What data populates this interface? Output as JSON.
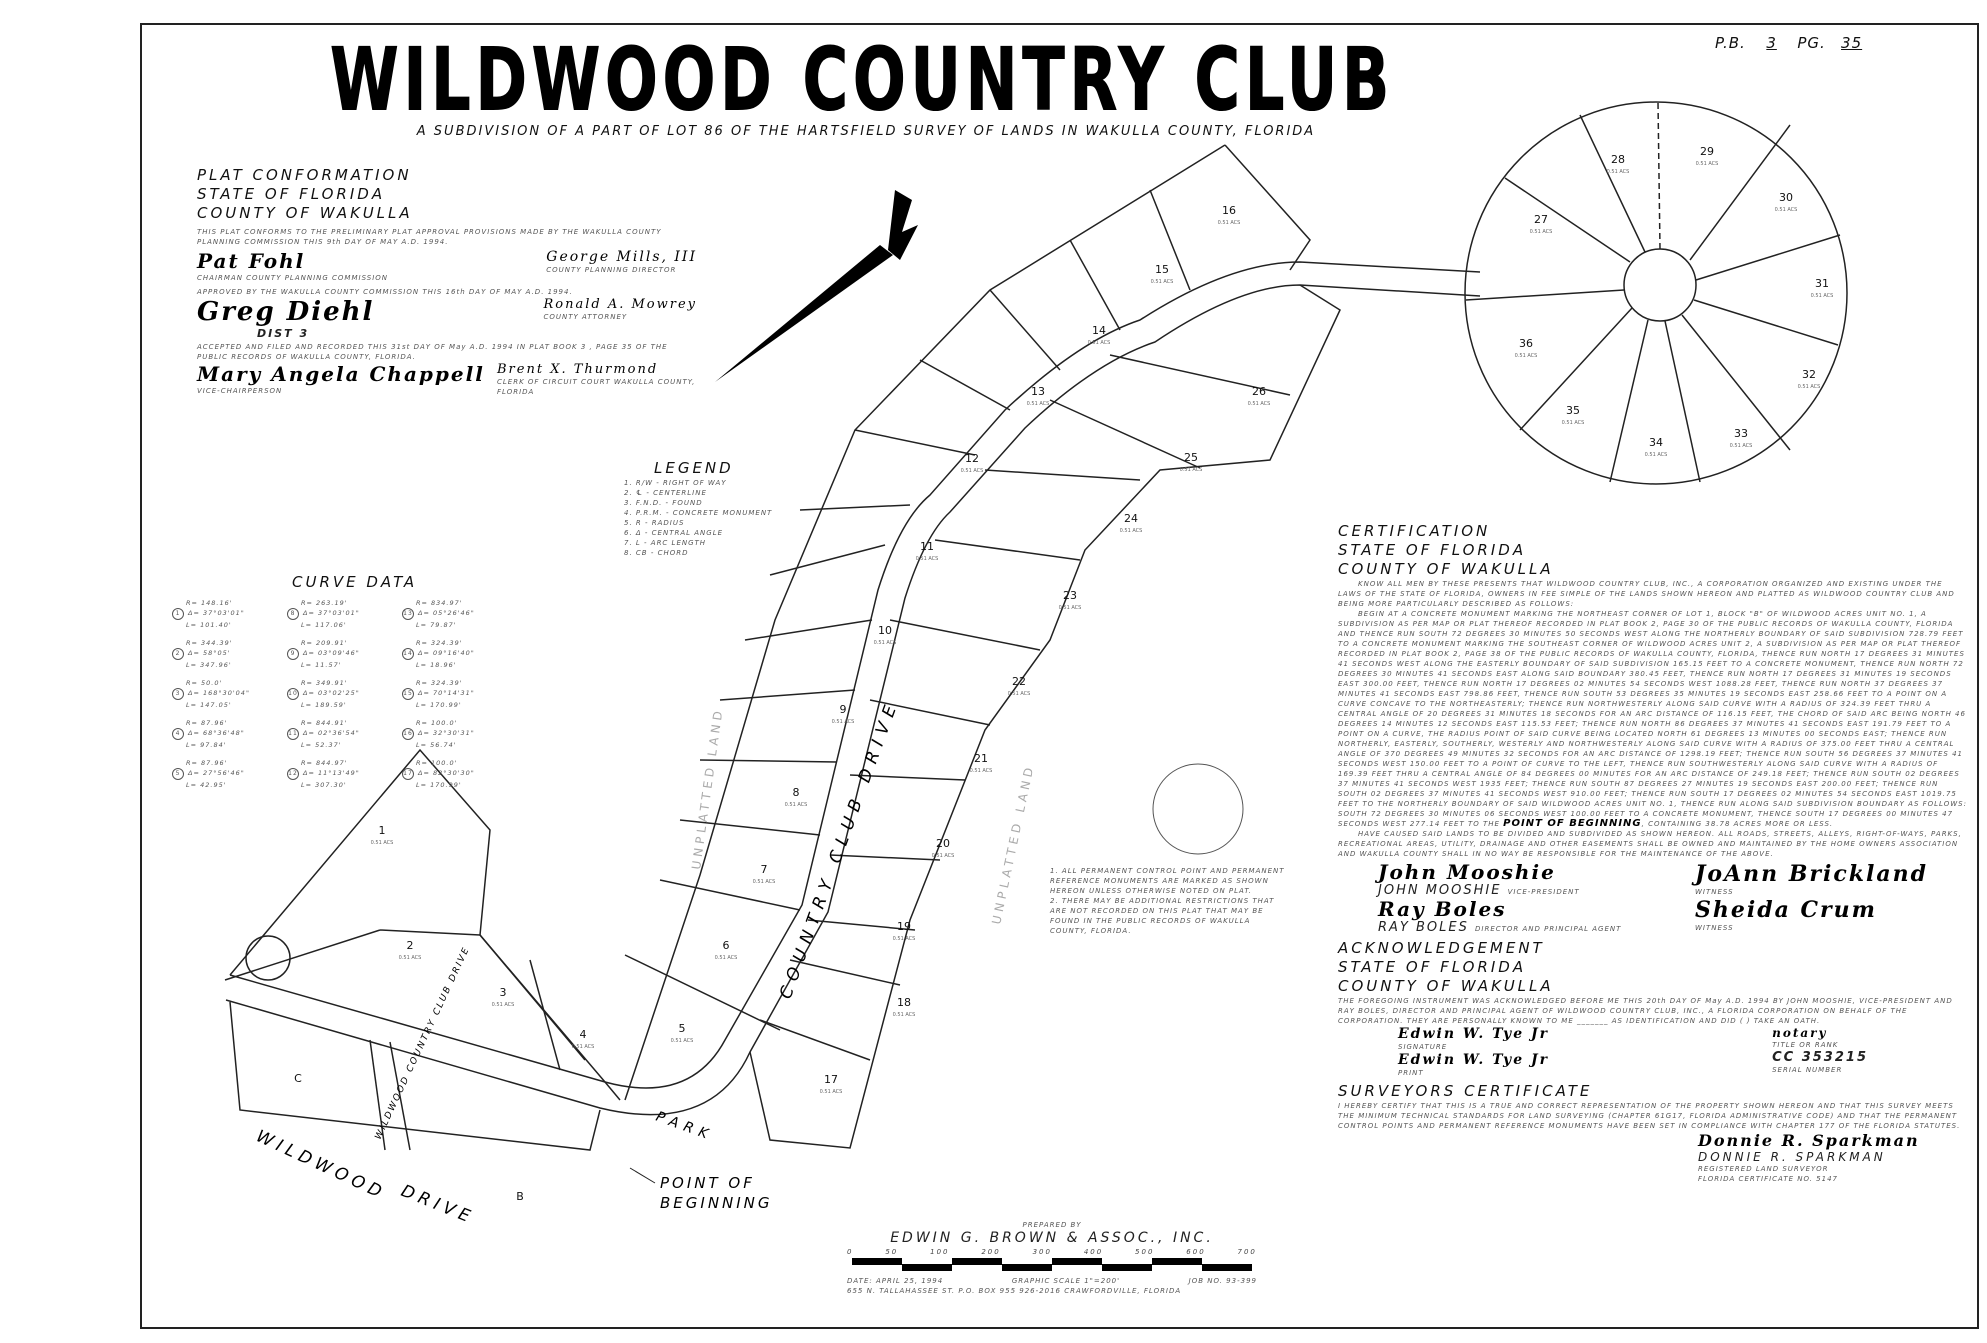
{
  "header": {
    "title": "WILDWOOD COUNTRY CLUB",
    "subtitle": "A SUBDIVISION OF A PART OF LOT 86 OF THE HARTSFIELD SURVEY OF LANDS IN WAKULLA COUNTY, FLORIDA",
    "plat_book_label": "P.B.",
    "plat_book": "3",
    "page_label": "PG.",
    "page": "35"
  },
  "plat_conformation": {
    "heading": [
      "PLAT CONFORMATION",
      "STATE OF FLORIDA",
      "COUNTY OF WAKULLA"
    ],
    "line1": "THIS PLAT CONFORMS TO THE PRELIMINARY PLAT APPROVAL PROVISIONS MADE BY THE WAKULLA COUNTY PLANNING COMMISSION THIS 9th DAY OF MAY A.D. 1994.",
    "sig1": "Pat Fohl",
    "sig1_title": "CHAIRMAN COUNTY PLANNING COMMISSION",
    "sig2": "George Mills, III",
    "sig2_title": "COUNTY PLANNING DIRECTOR",
    "line2": "APPROVED BY THE WAKULLA COUNTY COMMISSION THIS 16th DAY OF MAY A.D. 1994.",
    "sig3": "Greg Diehl",
    "sig3_note": "DIST 3",
    "sig4": "Ronald A. Mowrey",
    "sig4_title": "COUNTY ATTORNEY",
    "line3": "ACCEPTED AND FILED AND RECORDED THIS 31st DAY OF May A.D. 1994 IN PLAT BOOK 3 , PAGE 35 OF THE PUBLIC RECORDS OF WAKULLA COUNTY, FLORIDA.",
    "sig5": "Mary Angela Chappell",
    "sig5_title": "VICE-CHAIRPERSON",
    "sig6": "Brent X. Thurmond",
    "sig6_title": "CLERK OF CIRCUIT COURT WAKULLA COUNTY, FLORIDA"
  },
  "legend": {
    "title": "LEGEND",
    "items": [
      "1. R/W - RIGHT OF WAY",
      "2. ℄ - CENTERLINE",
      "3. F.N.D. - FOUND",
      "4. P.R.M. - CONCRETE MONUMENT",
      "5. R - RADIUS",
      "6. Δ - CENTRAL ANGLE",
      "7. L - ARC LENGTH",
      "8. CB - CHORD"
    ]
  },
  "curve_data": {
    "title": "CURVE DATA",
    "curves": [
      {
        "n": "1",
        "r": "R= 148.16'",
        "d": "Δ= 37°03'01\"",
        "l": "L= 101.40'"
      },
      {
        "n": "2",
        "r": "R= 344.39'",
        "d": "Δ= 58°05'",
        "l": "L= 347.96'"
      },
      {
        "n": "3",
        "r": "R= 50.0'",
        "d": "Δ= 168°30'04\"",
        "l": "L= 147.05'"
      },
      {
        "n": "4",
        "r": "R= 87.96'",
        "d": "Δ= 68°36'48\"",
        "l": "L= 97.84'"
      },
      {
        "n": "5",
        "r": "R= 87.96'",
        "d": "Δ= 27°56'46\"",
        "l": "L= 42.95'"
      },
      {
        "n": "8",
        "r": "R= 263.19'",
        "d": "Δ= 37°03'01\"",
        "l": "L= 117.06'"
      },
      {
        "n": "9",
        "r": "R= 209.91'",
        "d": "Δ= 03°09'46\"",
        "l": "L= 11.57'"
      },
      {
        "n": "10",
        "r": "R= 349.91'",
        "d": "Δ= 03°02'25\"",
        "l": "L= 189.59'"
      },
      {
        "n": "11",
        "r": "R= 844.91'",
        "d": "Δ= 02°36'54\"",
        "l": "L= 52.37'"
      },
      {
        "n": "12",
        "r": "R= 844.97'",
        "d": "Δ= 11°13'49\"",
        "l": "L= 307.30'"
      },
      {
        "n": "13",
        "r": "R= 834.97'",
        "d": "Δ= 05°26'46\"",
        "l": "L= 79.87'"
      },
      {
        "n": "14",
        "r": "R= 324.39'",
        "d": "Δ= 09°16'40\"",
        "l": "L= 18.96'"
      },
      {
        "n": "15",
        "r": "R= 324.39'",
        "d": "Δ= 70°14'31\"",
        "l": "L= 170.99'"
      },
      {
        "n": "16",
        "r": "R= 100.0'",
        "d": "Δ= 32°30'31\"",
        "l": "L= 56.74'"
      },
      {
        "n": "17",
        "r": "R= 100.0'",
        "d": "Δ= 82°30'30\"",
        "l": "L= 170.99'"
      }
    ]
  },
  "map": {
    "road_label": "COUNTRY CLUB DRIVE",
    "street_label": "WILDWOOD COUNTRY CLUB DRIVE",
    "wildwood_drive": "WILDWOOD",
    "drive": "DRIVE",
    "park_label": "PARK",
    "unplatted_left": "UNPLATTED LAND",
    "unplatted_right": "UNPLATTED LAND",
    "point_of_beginning": [
      "POINT OF",
      "BEGINNING"
    ],
    "lots": [
      "1",
      "2",
      "3",
      "4",
      "5",
      "6",
      "7",
      "8",
      "9",
      "10",
      "11",
      "12",
      "13",
      "14",
      "15",
      "16",
      "17",
      "18",
      "19",
      "20",
      "21",
      "22",
      "23",
      "24",
      "25",
      "26",
      "27",
      "28",
      "29",
      "30",
      "31",
      "32",
      "33",
      "34",
      "35",
      "36"
    ],
    "lot_acreage": "0.51 ACS",
    "blocks": [
      "C",
      "B"
    ]
  },
  "notes": [
    "1. ALL PERMANENT CONTROL POINT AND PERMANENT REFERENCE MONUMENTS ARE MARKED AS SHOWN HEREON UNLESS OTHERWISE NOTED ON PLAT.",
    "2. THERE MAY BE ADDITIONAL RESTRICTIONS THAT ARE NOT RECORDED ON THIS PLAT THAT MAY BE FOUND IN THE PUBLIC RECORDS OF WAKULLA COUNTY, FLORIDA."
  ],
  "certification": {
    "heading": [
      "CERTIFICATION",
      "STATE OF FLORIDA",
      "COUNTY OF WAKULLA"
    ],
    "para1": "KNOW ALL MEN BY THESE PRESENTS THAT WILDWOOD COUNTRY CLUB, INC., A CORPORATION ORGANIZED AND EXISTING UNDER THE LAWS OF THE STATE OF FLORIDA, OWNERS IN FEE SIMPLE OF THE LANDS SHOWN HEREON AND PLATTED AS WILDWOOD COUNTRY CLUB AND BEING MORE PARTICULARLY DESCRIBED AS FOLLOWS:",
    "para2": "BEGIN AT A CONCRETE MONUMENT MARKING THE NORTHEAST CORNER OF LOT 1, BLOCK \"B\" OF WILDWOOD ACRES UNIT NO. 1, A SUBDIVISION AS PER MAP OR PLAT THEREOF RECORDED IN PLAT BOOK 2, PAGE 30 OF THE PUBLIC RECORDS OF WAKULLA COUNTY, FLORIDA AND THENCE RUN SOUTH 72 DEGREES 30 MINUTES 50 SECONDS WEST ALONG THE NORTHERLY BOUNDARY OF SAID SUBDIVISION 728.79 FEET TO A CONCRETE MONUMENT MARKING THE SOUTHEAST CORNER OF WILDWOOD ACRES UNIT 2, A SUBDIVISION AS PER MAP OR PLAT THEREOF RECORDED IN PLAT BOOK 2, PAGE 38 OF THE PUBLIC RECORDS OF WAKULLA COUNTY, FLORIDA, THENCE RUN NORTH 17 DEGREES 31 MINUTES 41 SECONDS WEST ALONG THE EASTERLY BOUNDARY OF SAID SUBDIVISION 165.15 FEET TO A CONCRETE MONUMENT, THENCE RUN NORTH 72 DEGREES 30 MINUTES 41 SECONDS EAST ALONG SAID BOUNDARY 380.45 FEET, THENCE RUN NORTH 17 DEGREES 31 MINUTES 19 SECONDS EAST 300.00 FEET, THENCE RUN NORTH 17 DEGREES 02 MINUTES 54 SECONDS WEST 1088.28 FEET, THENCE RUN NORTH 37 DEGREES 37 MINUTES 41 SECONDS EAST 798.86 FEET, THENCE RUN SOUTH 53 DEGREES 35 MINUTES 19 SECONDS EAST 258.66 FEET TO A POINT ON A CURVE CONCAVE TO THE NORTHEASTERLY; THENCE RUN NORTHWESTERLY ALONG SAID CURVE WITH A RADIUS OF 324.39 FEET THRU A CENTRAL ANGLE OF 20 DEGREES 31 MINUTES 18 SECONDS FOR AN ARC DISTANCE OF 116.15 FEET, THE CHORD OF SAID ARC BEING NORTH 46 DEGREES 14 MINUTES 12 SECONDS EAST 115.53 FEET; THENCE RUN NORTH 86 DEGREES 37 MINUTES 41 SECONDS EAST 191.79 FEET TO A POINT ON A CURVE, THE RADIUS POINT OF SAID CURVE BEING LOCATED NORTH 61 DEGREES 13 MINUTES 00 SECONDS EAST; THENCE RUN NORTHERLY, EASTERLY, SOUTHERLY, WESTERLY AND NORTHWESTERLY ALONG SAID CURVE WITH A RADIUS OF 375.00 FEET THRU A CENTRAL ANGLE OF 370 DEGREES 49 MINUTES 32 SECONDS FOR AN ARC DISTANCE OF 1298.19 FEET; THENCE RUN SOUTH 56 DEGREES 37 MINUTES 41 SECONDS WEST 150.00 FEET TO A POINT OF CURVE TO THE LEFT, THENCE RUN SOUTHWESTERLY ALONG SAID CURVE WITH A RADIUS OF 169.39 FEET THRU A CENTRAL ANGLE OF 84 DEGREES 00 MINUTES FOR AN ARC DISTANCE OF 249.18 FEET; THENCE RUN SOUTH 02 DEGREES 37 MINUTES 41 SECONDS WEST 1935 FEET; THENCE RUN SOUTH 87 DEGREES 27 MINUTES 19 SECONDS EAST 200.00 FEET; THENCE RUN SOUTH 02 DEGREES 37 MINUTES 41 SECONDS WEST 910.00 FEET; THENCE RUN SOUTH 17 DEGREES 02 MINUTES 54 SECONDS EAST 1019.75 FEET TO THE NORTHERLY BOUNDARY OF SAID WILDWOOD ACRES UNIT NO. 1, THENCE RUN ALONG SAID SUBDIVISION BOUNDARY AS FOLLOWS: SOUTH 72 DEGREES 30 MINUTES 06 SECONDS WEST 100.00 FEET TO A CONCRETE MONUMENT, THENCE SOUTH 17 DEGREES 00 MINUTES 47 SECONDS WEST 277.14 FEET TO THE",
    "pob": "POINT OF BEGINNING",
    "para2_end": ", CONTAINING 38.78 ACRES MORE OR LESS.",
    "para3": "HAVE CAUSED SAID LANDS TO BE DIVIDED AND SUBDIVIDED AS SHOWN HEREON. ALL ROADS, STREETS, ALLEYS, RIGHT-OF-WAYS, PARKS, RECREATIONAL AREAS, UTILITY, DRAINAGE AND OTHER EASEMENTS SHALL BE OWNED AND MAINTAINED BY THE HOME OWNERS ASSOCIATION AND WAKULLA COUNTY SHALL IN NO WAY BE RESPONSIBLE FOR THE MAINTENANCE OF THE ABOVE.",
    "sig1": "John Mooshie",
    "name1": "JOHN MOOSHIE",
    "title1": "VICE-PRESIDENT",
    "sig2": "Ray Boles",
    "name2": "RAY BOLES",
    "title2": "DIRECTOR AND PRINCIPAL AGENT",
    "witness1_sig": "JoAnn Brickland",
    "witness1_label": "WITNESS",
    "witness2_sig": "Sheida Crum",
    "witness2_label": "WITNESS"
  },
  "acknowledgement": {
    "heading": [
      "ACKNOWLEDGEMENT",
      "STATE OF FLORIDA",
      "COUNTY OF WAKULLA"
    ],
    "text": "THE FOREGOING INSTRUMENT WAS ACKNOWLEDGED BEFORE ME THIS 20th DAY OF May A.D. 1994 BY JOHN MOOSHIE, VICE-PRESIDENT AND RAY BOLES, DIRECTOR AND PRINCIPAL AGENT OF WILDWOOD COUNTRY CLUB, INC., A FLORIDA CORPORATION ON BEHALF OF THE CORPORATION. THEY ARE PERSONALLY KNOWN TO ME _______ AS IDENTIFICATION AND DID ( ) TAKE AN OATH.",
    "sig": "Edwin W. Tye Jr",
    "sig_label": "SIGNATURE",
    "print": "Edwin W. Tye Jr",
    "print_label": "PRINT",
    "rank": "notary",
    "rank_label": "TITLE OR RANK",
    "serial": "CC 353215",
    "serial_label": "SERIAL NUMBER"
  },
  "surveyor": {
    "heading": "SURVEYORS CERTIFICATE",
    "text": "I HEREBY CERTIFY THAT THIS IS A TRUE AND CORRECT REPRESENTATION OF THE PROPERTY SHOWN HEREON AND THAT THIS SURVEY MEETS THE MINIMUM TECHNICAL STANDARDS FOR LAND SURVEYING (CHAPTER 61G17, FLORIDA ADMINISTRATIVE CODE) AND THAT THE PERMANENT CONTROL POINTS AND PERMANENT REFERENCE MONUMENTS HAVE BEEN SET IN COMPLIANCE WITH CHAPTER 177 OF THE FLORIDA STATUTES.",
    "sig": "Donnie R. Sparkman",
    "name": "DONNIE R. SPARKMAN",
    "title": "REGISTERED LAND SURVEYOR",
    "cert": "FLORIDA CERTIFICATE NO. 5147"
  },
  "preparer": {
    "prepared_by": "PREPARED BY",
    "firm": "EDWIN G. BROWN & ASSOC., INC.",
    "scale_ticks": [
      "0",
      "50",
      "100",
      "200",
      "300",
      "400",
      "500",
      "600",
      "700"
    ],
    "date": "DATE: APRIL 25, 1994",
    "graphic_scale": "GRAPHIC SCALE 1\"=200'",
    "job": "JOB NO. 93-399",
    "address": "655 N. TALLAHASSEE ST.  P.O. BOX 955  926-2016  CRAWFORDVILLE, FLORIDA"
  },
  "colors": {
    "ink": "#111111",
    "paper": "#ffffff"
  }
}
